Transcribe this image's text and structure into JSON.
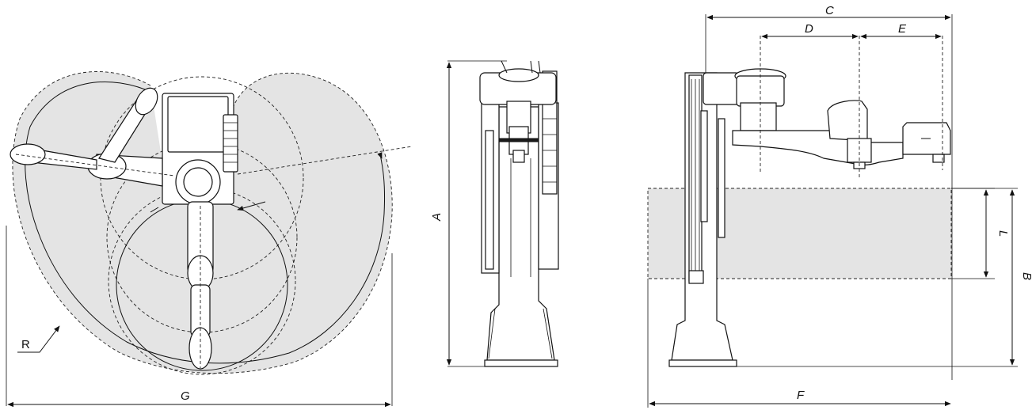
{
  "labels": {
    "A": "A",
    "B": "B",
    "C": "C",
    "D": "D",
    "E": "E",
    "F": "F",
    "G": "G",
    "L": "L",
    "R": "R"
  }
}
